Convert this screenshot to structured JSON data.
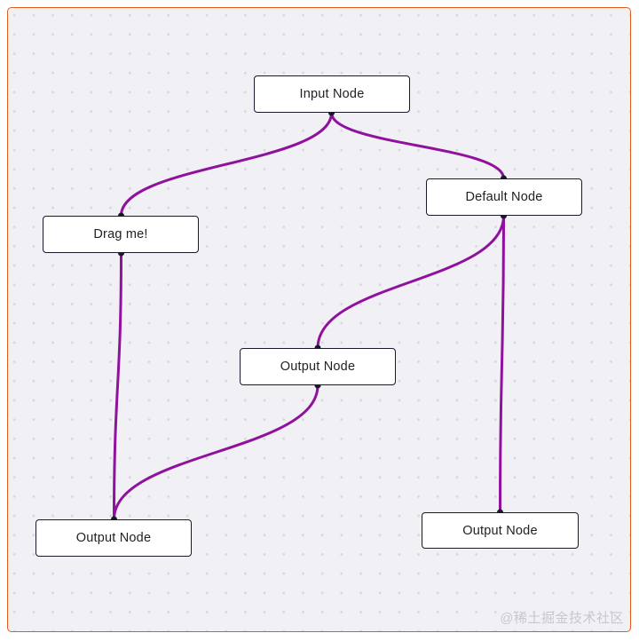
{
  "canvas": {
    "watermark": "@稀土掘金技术社区"
  },
  "nodes": [
    {
      "id": "input",
      "type": "input",
      "label": "Input Node"
    },
    {
      "id": "default",
      "type": "default",
      "label": "Default Node"
    },
    {
      "id": "dragme",
      "type": "default",
      "label": "Drag me!"
    },
    {
      "id": "output-mid",
      "type": "output",
      "label": "Output Node"
    },
    {
      "id": "output-bl",
      "type": "output",
      "label": "Output Node"
    },
    {
      "id": "output-br",
      "type": "output",
      "label": "Output Node"
    }
  ],
  "edges": [
    {
      "from": "input",
      "to": "dragme"
    },
    {
      "from": "input",
      "to": "default"
    },
    {
      "from": "dragme",
      "to": "output-bl"
    },
    {
      "from": "default",
      "to": "output-mid"
    },
    {
      "from": "default",
      "to": "output-br"
    },
    {
      "from": "output-mid",
      "to": "output-bl"
    }
  ],
  "colors": {
    "edge": "#8f119d",
    "node_border": "#1a192b",
    "canvas_border": "#e25a1c",
    "canvas_background": "#f1f0f4",
    "grid_dot": "#d9d7dd",
    "node_text": "#222222",
    "watermark": "#c9c7cc"
  }
}
